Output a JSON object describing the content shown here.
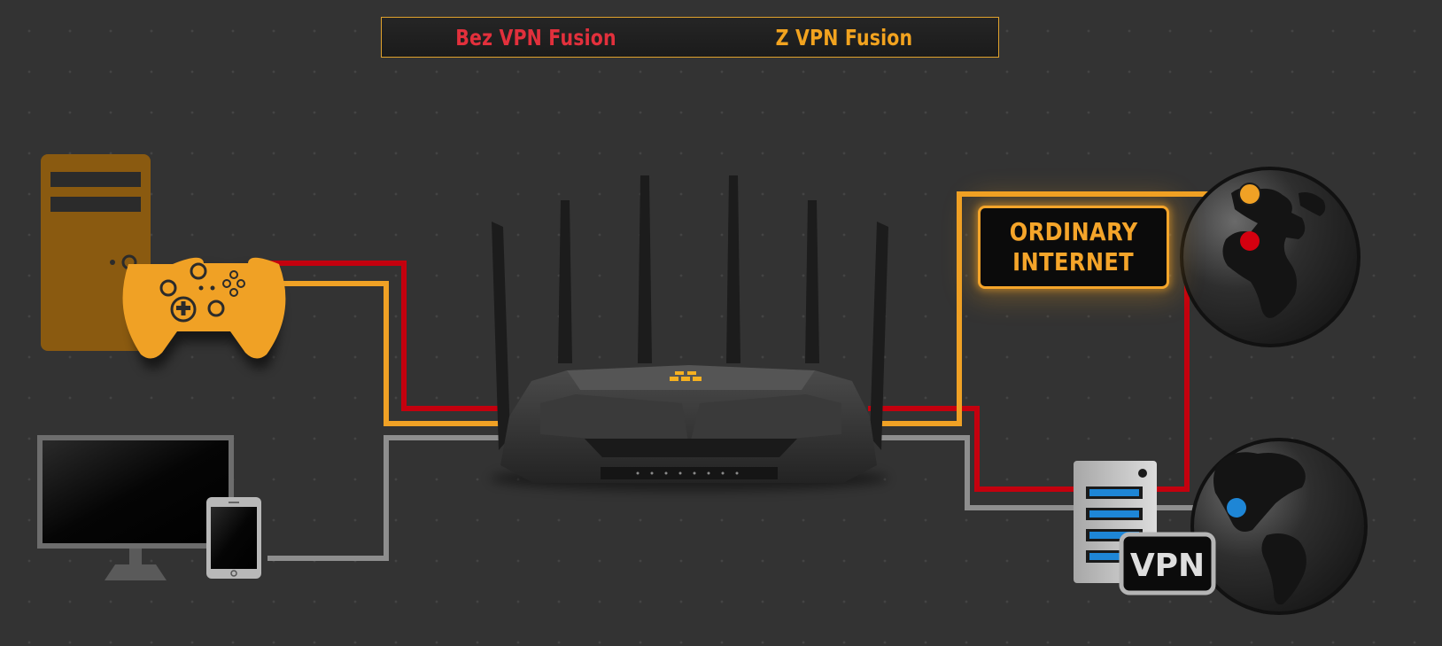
{
  "toggle": {
    "without_label": "Bez VPN Fusion",
    "with_label": "Z VPN Fusion"
  },
  "callout": {
    "line1": "ORDINARY",
    "line2": "INTERNET"
  },
  "vpn_server": {
    "label": "VPN"
  },
  "colors": {
    "orange": "#f0a125",
    "red": "#c4000e",
    "gray": "#8e8e8e",
    "blue": "#1e86d6"
  }
}
